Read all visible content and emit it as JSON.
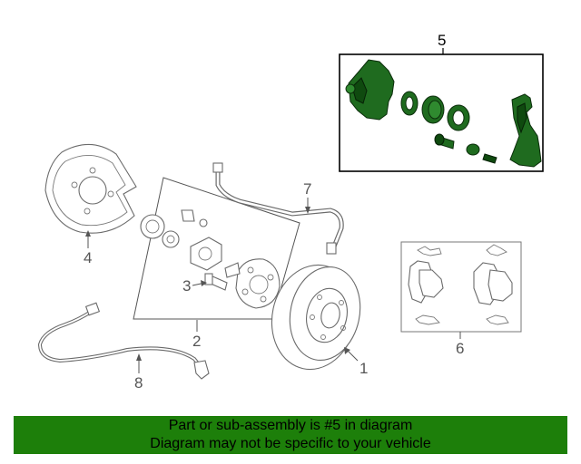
{
  "callouts": {
    "c1": "1",
    "c2": "2",
    "c3": "3",
    "c4": "4",
    "c5": "5",
    "c6": "6",
    "c7": "7",
    "c8": "8"
  },
  "highlighted_part": "5",
  "colors": {
    "highlight_green": "#1f6b1f",
    "banner_green": "#1d7f0a",
    "line_gray": "#6b6b6b"
  },
  "banner": {
    "line1": "Part or sub-assembly is #5 in diagram",
    "line2": "Diagram may not be specific to your vehicle"
  }
}
